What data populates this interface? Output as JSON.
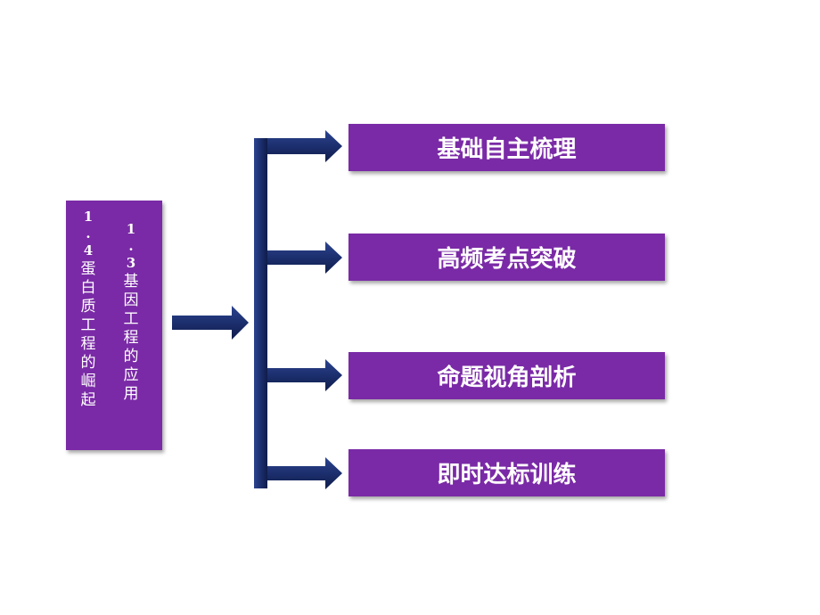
{
  "title_box": {
    "left_column": [
      "1",
      ".",
      "4",
      "蛋",
      "白",
      "质",
      "工",
      "程",
      "的",
      "崛",
      "起"
    ],
    "right_column": [
      "1",
      ".",
      "3",
      "基",
      "因",
      "工",
      "程",
      "的",
      "应",
      "用"
    ]
  },
  "menu": {
    "items": [
      {
        "label": "基础自主梳理"
      },
      {
        "label": "高频考点突破"
      },
      {
        "label": "命题视角剖析"
      },
      {
        "label": "即时达标训练"
      }
    ]
  },
  "colors": {
    "box_purple": "#7a2aa6",
    "arrow_navy": "#1c2f6e",
    "text": "#ffffff"
  }
}
